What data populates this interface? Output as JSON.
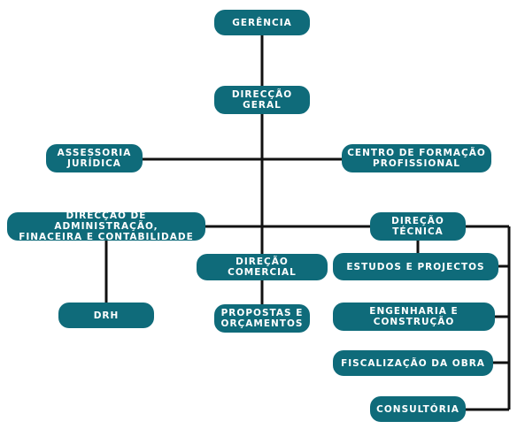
{
  "org_chart": {
    "gerencia": "GERÊNCIA",
    "direccao_geral": "DIRECÇÃO\nGERAL",
    "assessoria_juridica": "ASSESSORIA\nJURÍDICA",
    "centro_formacao": "CENTRO DE FORMAÇÃO\nPROFISSIONAL",
    "direccao_administracao": "DIRECÇÃO DE ADMINISTRAÇÃO,\nFINACEIRA E CONTABILIDADE",
    "direcao_tecnica": "DIREÇÃO\nTÉCNICA",
    "direcao_comercial": "DIREÇÃO COMERCIAL",
    "estudos_projectos": "ESTUDOS E PROJECTOS",
    "drh": "DRH",
    "propostas_orcamentos": "PROPOSTAS E\nORÇAMENTOS",
    "engenharia_construcao": "ENGENHARIA E\nCONSTRUÇÃO",
    "fiscalizacao_obra": "FISCALIZAÇÃO DA OBRA",
    "consultoria": "CONSULTÓRIA"
  },
  "colors": {
    "box_fill": "#0f6b7a",
    "box_text": "#ffffff",
    "connector": "#111111"
  }
}
